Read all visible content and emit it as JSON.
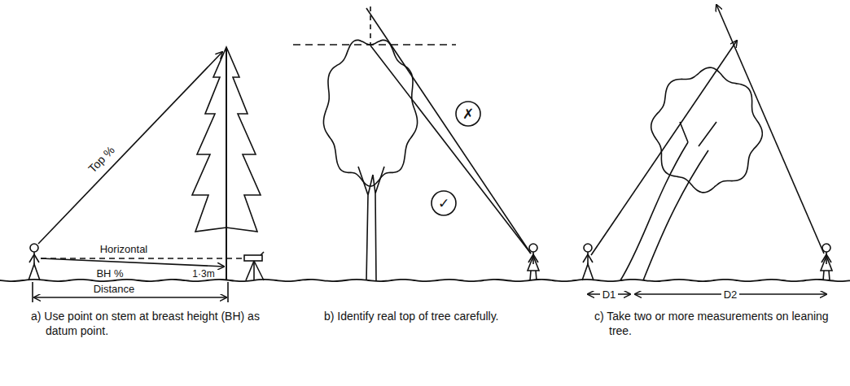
{
  "diagram": {
    "labels": [
      "Top %",
      "Horizontal",
      "BH %",
      "1·3m",
      "Distance",
      "a) Use point on stem at breast height (BH) as datum point.",
      "✗",
      "✓",
      "b) Identify real top of tree carefully.",
      "D1",
      "D2",
      "c) Take two or more measurements on leaning tree."
    ]
  }
}
